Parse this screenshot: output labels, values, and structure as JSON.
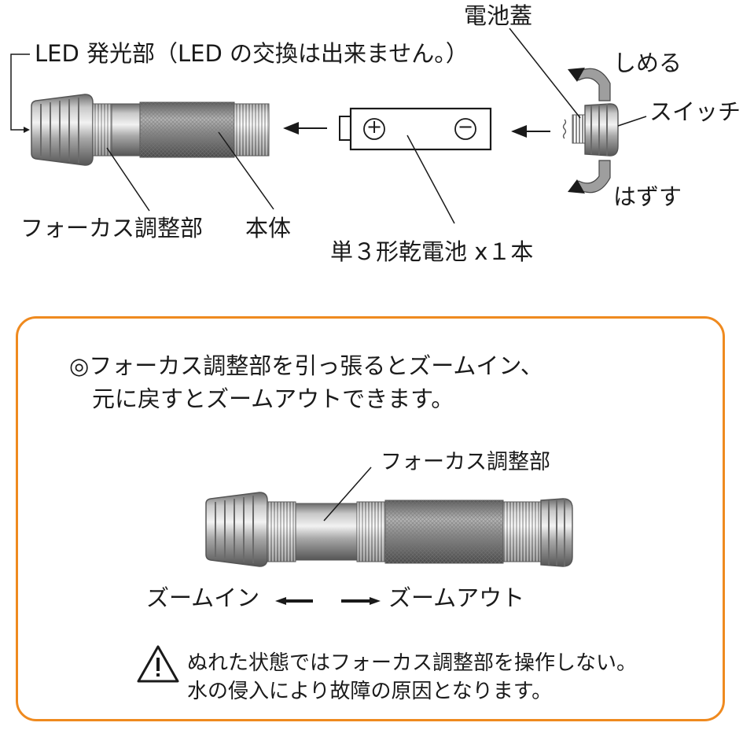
{
  "top_diagram": {
    "labels": {
      "led": "LED 発光部（LED の交換は出来ません。）",
      "battery_cover": "電池蓋",
      "tighten": "しめる",
      "switch": "スイッチ",
      "remove": "はずす",
      "focus": "フォーカス調整部",
      "body": "本体",
      "battery": "単３形乾電池 x１本"
    },
    "battery_symbols": {
      "plus": "+",
      "minus": "−"
    }
  },
  "info_box": {
    "note_line1": "◎フォーカス調整部を引っ張るとズームイン、",
    "note_line2": "　元に戻すとズームアウトできます。",
    "focus_label": "フォーカス調整部",
    "zoom_in": "ズームイン",
    "zoom_out": "ズームアウト",
    "warning_line1": "ぬれた状態ではフォーカス調整部を操作しない。",
    "warning_line2": "水の侵入により故障の原因となります。",
    "warning_icon": "warning-triangle-icon"
  },
  "colors": {
    "border": "#ef8a1f",
    "metal_light": "#d9d9d9",
    "metal_dark": "#6e6e6e",
    "text": "#1a1a1a"
  }
}
